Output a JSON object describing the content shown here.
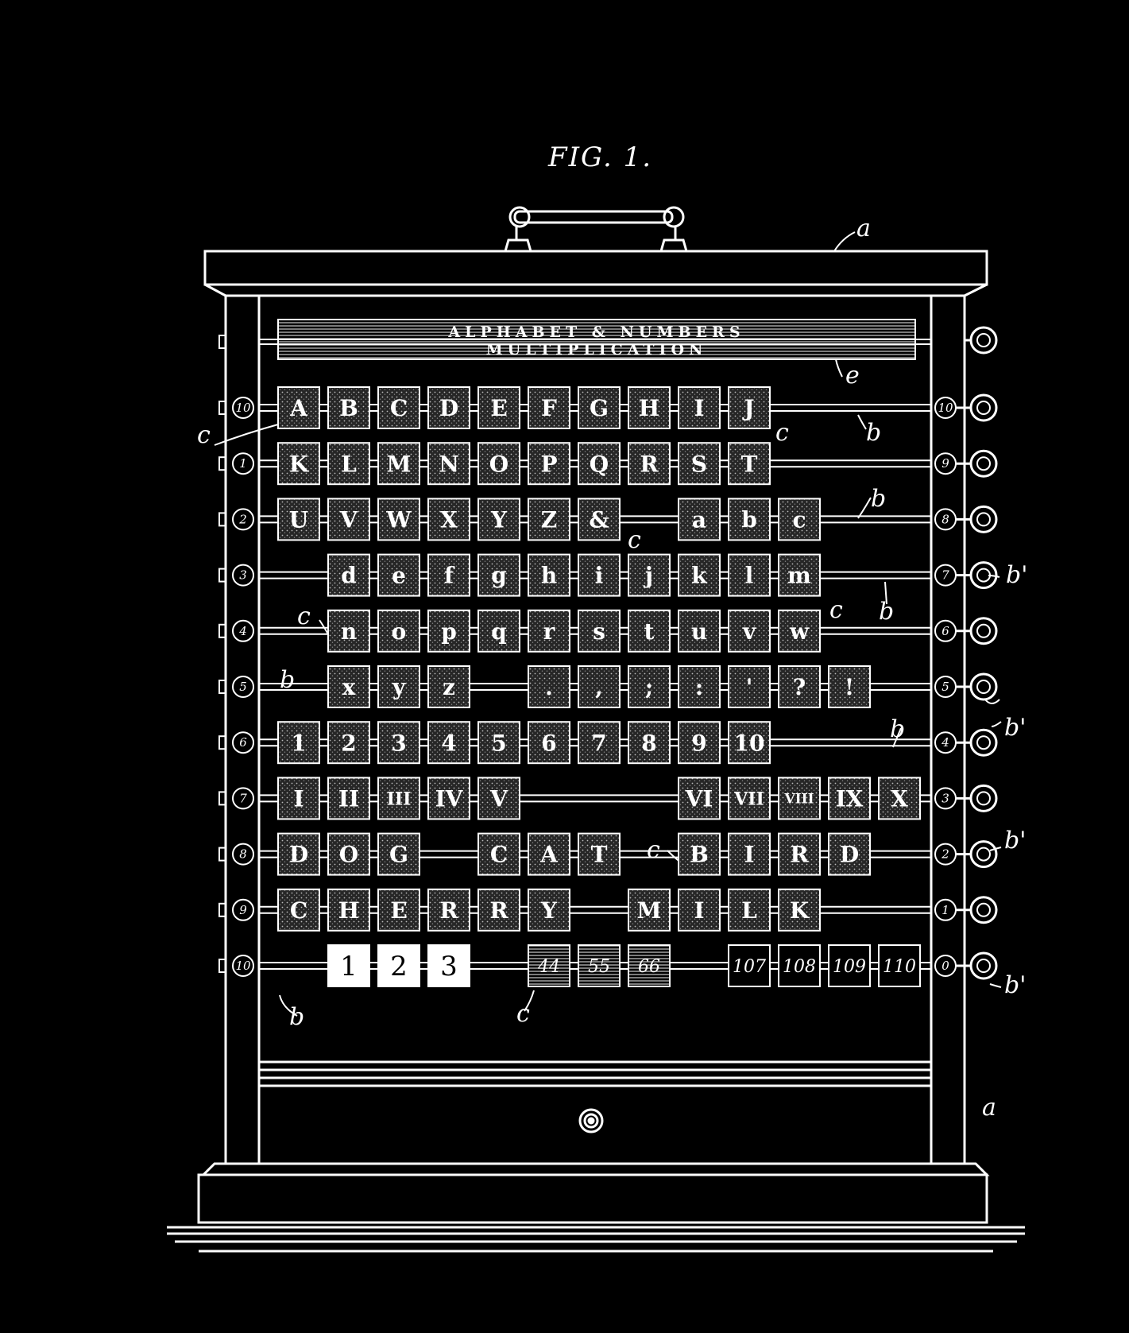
{
  "figure": {
    "title": "FIG. 1."
  },
  "banner": {
    "line1": "ALPHABET & NUMBERS",
    "line2": "MULTIPLICATION"
  },
  "colors": {
    "background": "#000000",
    "line": "#ffffff",
    "block_fill": "#2b2b2b"
  },
  "rows": [
    {
      "left_num": "10",
      "right_num": "10",
      "blocks": [
        {
          "t": "A",
          "c": 0
        },
        {
          "t": "B",
          "c": 1
        },
        {
          "t": "C",
          "c": 2
        },
        {
          "t": "D",
          "c": 3
        },
        {
          "t": "E",
          "c": 4
        },
        {
          "t": "F",
          "c": 5
        },
        {
          "t": "G",
          "c": 6
        },
        {
          "t": "H",
          "c": 7
        },
        {
          "t": "I",
          "c": 8
        },
        {
          "t": "J",
          "c": 9
        }
      ]
    },
    {
      "left_num": "1",
      "right_num": "9",
      "blocks": [
        {
          "t": "K",
          "c": 0
        },
        {
          "t": "L",
          "c": 1
        },
        {
          "t": "M",
          "c": 2
        },
        {
          "t": "N",
          "c": 3
        },
        {
          "t": "O",
          "c": 4
        },
        {
          "t": "P",
          "c": 5
        },
        {
          "t": "Q",
          "c": 6
        },
        {
          "t": "R",
          "c": 7
        },
        {
          "t": "S",
          "c": 8
        },
        {
          "t": "T",
          "c": 9
        }
      ]
    },
    {
      "left_num": "2",
      "right_num": "8",
      "blocks": [
        {
          "t": "U",
          "c": 0
        },
        {
          "t": "V",
          "c": 1
        },
        {
          "t": "W",
          "c": 2
        },
        {
          "t": "X",
          "c": 3
        },
        {
          "t": "Y",
          "c": 4
        },
        {
          "t": "Z",
          "c": 5
        },
        {
          "t": "&",
          "c": 6
        },
        {
          "t": "a",
          "c": 8
        },
        {
          "t": "b",
          "c": 9
        },
        {
          "t": "c",
          "c": 10
        }
      ]
    },
    {
      "left_num": "3",
      "right_num": "7",
      "blocks": [
        {
          "t": "d",
          "c": 1
        },
        {
          "t": "e",
          "c": 2
        },
        {
          "t": "f",
          "c": 3
        },
        {
          "t": "g",
          "c": 4
        },
        {
          "t": "h",
          "c": 5
        },
        {
          "t": "i",
          "c": 6
        },
        {
          "t": "j",
          "c": 7
        },
        {
          "t": "k",
          "c": 8
        },
        {
          "t": "l",
          "c": 9
        },
        {
          "t": "m",
          "c": 10
        }
      ]
    },
    {
      "left_num": "4",
      "right_num": "6",
      "blocks": [
        {
          "t": "n",
          "c": 1
        },
        {
          "t": "o",
          "c": 2
        },
        {
          "t": "p",
          "c": 3
        },
        {
          "t": "q",
          "c": 4
        },
        {
          "t": "r",
          "c": 5
        },
        {
          "t": "s",
          "c": 6
        },
        {
          "t": "t",
          "c": 7
        },
        {
          "t": "u",
          "c": 8
        },
        {
          "t": "v",
          "c": 9
        },
        {
          "t": "w",
          "c": 10
        }
      ]
    },
    {
      "left_num": "5",
      "right_num": "5",
      "blocks": [
        {
          "t": "x",
          "c": 1
        },
        {
          "t": "y",
          "c": 2
        },
        {
          "t": "z",
          "c": 3
        },
        {
          "t": ".",
          "c": 5
        },
        {
          "t": ",",
          "c": 6
        },
        {
          "t": ";",
          "c": 7
        },
        {
          "t": ":",
          "c": 8
        },
        {
          "t": "'",
          "c": 9
        },
        {
          "t": "?",
          "c": 10
        },
        {
          "t": "!",
          "c": 11
        }
      ]
    },
    {
      "left_num": "6",
      "right_num": "4",
      "blocks": [
        {
          "t": "1",
          "c": 0
        },
        {
          "t": "2",
          "c": 1
        },
        {
          "t": "3",
          "c": 2
        },
        {
          "t": "4",
          "c": 3
        },
        {
          "t": "5",
          "c": 4
        },
        {
          "t": "6",
          "c": 5
        },
        {
          "t": "7",
          "c": 6
        },
        {
          "t": "8",
          "c": 7
        },
        {
          "t": "9",
          "c": 8
        },
        {
          "t": "10",
          "c": 9
        }
      ]
    },
    {
      "left_num": "7",
      "right_num": "3",
      "blocks": [
        {
          "t": "I",
          "c": 0
        },
        {
          "t": "II",
          "c": 1
        },
        {
          "t": "III",
          "c": 2
        },
        {
          "t": "IV",
          "c": 3
        },
        {
          "t": "V",
          "c": 4
        },
        {
          "t": "VI",
          "c": 8
        },
        {
          "t": "VII",
          "c": 9
        },
        {
          "t": "VIII",
          "c": 10
        },
        {
          "t": "IX",
          "c": 11
        },
        {
          "t": "X",
          "c": 12
        }
      ]
    },
    {
      "left_num": "8",
      "right_num": "2",
      "blocks": [
        {
          "t": "D",
          "c": 0
        },
        {
          "t": "O",
          "c": 1
        },
        {
          "t": "G",
          "c": 2
        },
        {
          "t": "C",
          "c": 4
        },
        {
          "t": "A",
          "c": 5
        },
        {
          "t": "T",
          "c": 6
        },
        {
          "t": "B",
          "c": 8
        },
        {
          "t": "I",
          "c": 9
        },
        {
          "t": "R",
          "c": 10
        },
        {
          "t": "D",
          "c": 11
        }
      ]
    },
    {
      "left_num": "9",
      "right_num": "1",
      "blocks": [
        {
          "t": "C",
          "c": 0
        },
        {
          "t": "H",
          "c": 1
        },
        {
          "t": "E",
          "c": 2
        },
        {
          "t": "R",
          "c": 3
        },
        {
          "t": "R",
          "c": 4
        },
        {
          "t": "Y",
          "c": 5
        },
        {
          "t": "M",
          "c": 7
        },
        {
          "t": "I",
          "c": 8
        },
        {
          "t": "L",
          "c": 9
        },
        {
          "t": "K",
          "c": 10
        }
      ]
    },
    {
      "left_num": "10",
      "right_num": "0",
      "blocks": [
        {
          "t": "1",
          "c": 1,
          "s": "white"
        },
        {
          "t": "2",
          "c": 2,
          "s": "white"
        },
        {
          "t": "3",
          "c": 3,
          "s": "white"
        },
        {
          "t": "44",
          "c": 5,
          "s": "hatch"
        },
        {
          "t": "55",
          "c": 6,
          "s": "hatch"
        },
        {
          "t": "66",
          "c": 7,
          "s": "hatch"
        },
        {
          "t": "107",
          "c": 9,
          "s": "outline"
        },
        {
          "t": "108",
          "c": 10,
          "s": "outline"
        },
        {
          "t": "109",
          "c": 11,
          "s": "outline"
        },
        {
          "t": "110",
          "c": 12,
          "s": "outline"
        }
      ]
    }
  ],
  "ref_labels": {
    "a": "a",
    "b": "b",
    "b_prime": "b'",
    "c": "c",
    "e": "e"
  }
}
